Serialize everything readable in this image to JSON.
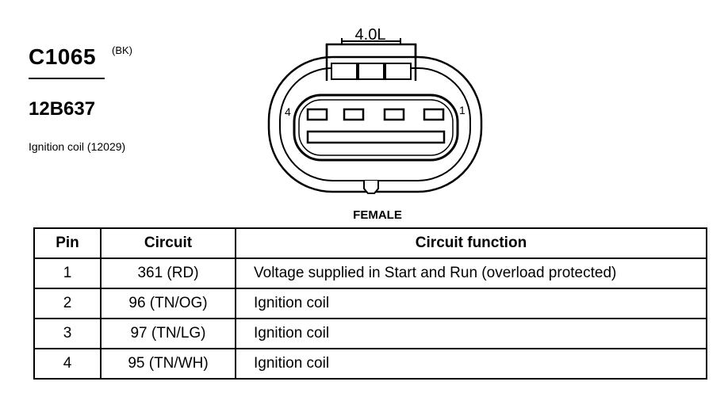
{
  "connector": {
    "id": "C1065",
    "color_code": "(BK)",
    "part_number": "12B637",
    "component": "Ignition coil (12029)"
  },
  "diagram": {
    "engine_label": "4.0L",
    "gender_label": "FEMALE",
    "pin_left_label": "4",
    "pin_right_label": "1"
  },
  "table": {
    "headers": [
      "Pin",
      "Circuit",
      "Circuit function"
    ],
    "rows": [
      {
        "pin": "1",
        "circuit": "361 (RD)",
        "function": "Voltage supplied in Start and Run (overload protected)"
      },
      {
        "pin": "2",
        "circuit": "96 (TN/OG)",
        "function": "Ignition coil"
      },
      {
        "pin": "3",
        "circuit": "97 (TN/LG)",
        "function": "Ignition coil"
      },
      {
        "pin": "4",
        "circuit": "95 (TN/WH)",
        "function": "Ignition coil"
      }
    ]
  }
}
